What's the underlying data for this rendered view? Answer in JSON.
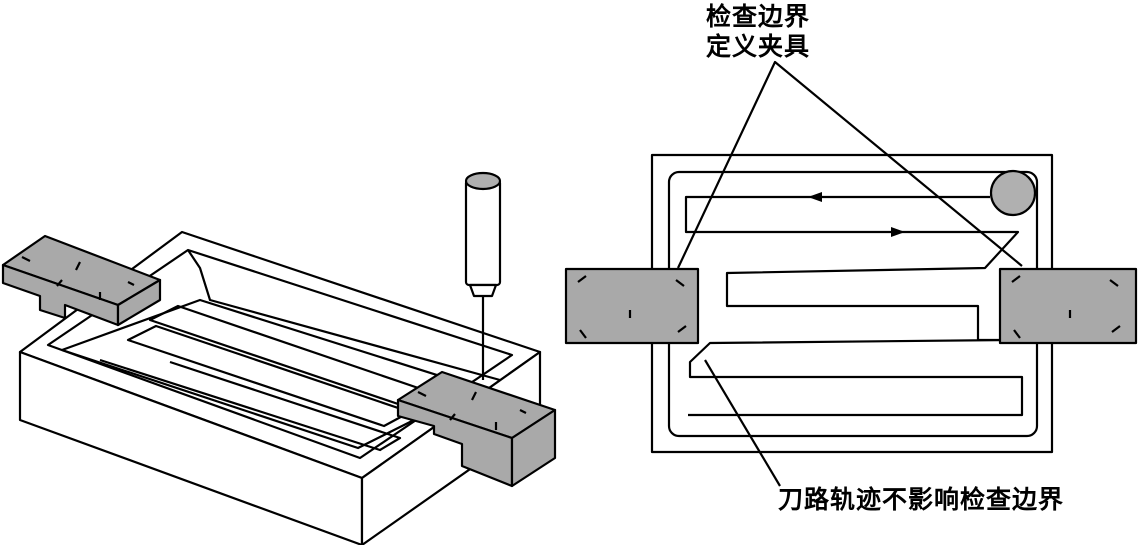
{
  "labels": {
    "check_boundary_line1": "检查边界",
    "check_boundary_line2": "定义夹具",
    "toolpath_note": "刀路轨迹不影响检查边界"
  },
  "colors": {
    "clamp_fill": "#a9a9a9",
    "tool_fill": "#b0b0b0",
    "line": "#000000"
  }
}
